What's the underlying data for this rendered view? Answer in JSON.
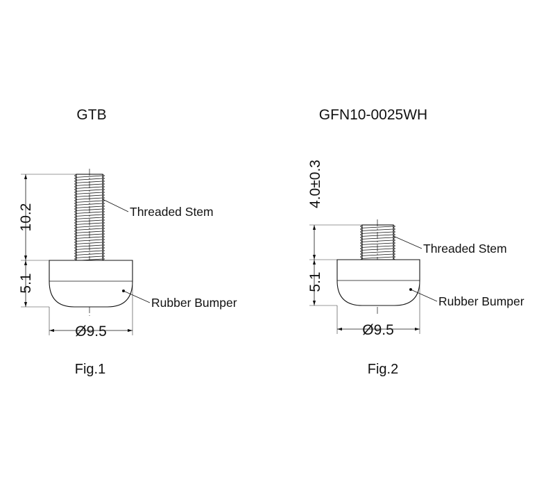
{
  "figures": [
    {
      "model": "GTB",
      "caption": "Fig.1",
      "stem_label": "Threaded Stem",
      "bumper_label": "Rubber Bumper",
      "dim_stem": "10.2",
      "dim_head": "5.1",
      "dim_diameter": "Ø9.5"
    },
    {
      "model": "GFN10-0025WH",
      "caption": "Fig.2",
      "stem_label": "Threaded Stem",
      "bumper_label": "Rubber Bumper",
      "dim_stem": "4.0±0.3",
      "dim_head": "5.1",
      "dim_diameter": "Ø9.5"
    }
  ]
}
